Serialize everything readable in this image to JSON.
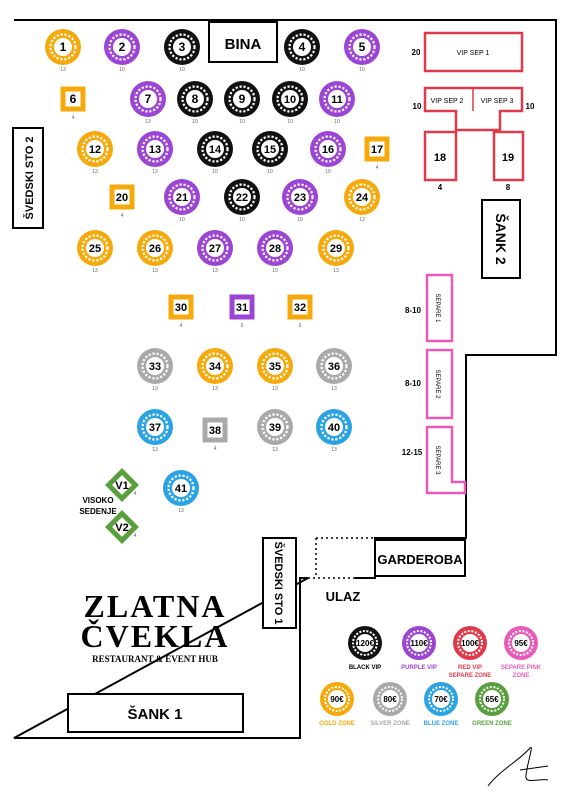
{
  "colors": {
    "black": "#111111",
    "purple": "#9c44d4",
    "gold": "#f5a90a",
    "silver": "#a9a9a9",
    "blue": "#2ba3e3",
    "green": "#5a9f3e",
    "red": "#e03a4a",
    "pink": "#e85bb9"
  },
  "labels": {
    "bina": "BINA",
    "svedski_sto_2": "ŠVEDSKI STO 2",
    "svedski_sto_1": "ŠVEDSKI STO 1",
    "sank_2": "ŠANK 2",
    "sank_1": "ŠANK 1",
    "garderoba": "GARDEROBA",
    "ulaz": "ULAZ",
    "visoko_sedenje": [
      "VISOKO",
      "SEDENJE"
    ],
    "logo_line1": "ZLATNA",
    "logo_line2": "ČVEKLA",
    "logo_sub": "RESTAURANT & EVENT HUB"
  },
  "tables": [
    {
      "id": "1",
      "zone": "gold",
      "cap": "13"
    },
    {
      "id": "2",
      "zone": "purple",
      "cap": "10"
    },
    {
      "id": "3",
      "zone": "black",
      "cap": "10"
    },
    {
      "id": "4",
      "zone": "black",
      "cap": "10"
    },
    {
      "id": "5",
      "zone": "purple",
      "cap": "10"
    },
    {
      "id": "6",
      "zone": "gold",
      "cap": "4",
      "shape": "square"
    },
    {
      "id": "7",
      "zone": "purple",
      "cap": "13"
    },
    {
      "id": "8",
      "zone": "black",
      "cap": "10"
    },
    {
      "id": "9",
      "zone": "black",
      "cap": "10"
    },
    {
      "id": "10",
      "zone": "black",
      "cap": "10"
    },
    {
      "id": "11",
      "zone": "purple",
      "cap": "10"
    },
    {
      "id": "12",
      "zone": "gold",
      "cap": "13"
    },
    {
      "id": "13",
      "zone": "purple",
      "cap": "13"
    },
    {
      "id": "14",
      "zone": "black",
      "cap": "10"
    },
    {
      "id": "15",
      "zone": "black",
      "cap": "10"
    },
    {
      "id": "16",
      "zone": "purple",
      "cap": "10"
    },
    {
      "id": "17",
      "zone": "gold",
      "cap": "4",
      "shape": "square"
    },
    {
      "id": "20",
      "zone": "gold",
      "cap": "4",
      "shape": "square"
    },
    {
      "id": "21",
      "zone": "purple",
      "cap": "10"
    },
    {
      "id": "22",
      "zone": "black",
      "cap": "10"
    },
    {
      "id": "23",
      "zone": "purple",
      "cap": "10"
    },
    {
      "id": "24",
      "zone": "gold",
      "cap": "13"
    },
    {
      "id": "25",
      "zone": "gold",
      "cap": "13"
    },
    {
      "id": "26",
      "zone": "gold",
      "cap": "13"
    },
    {
      "id": "27",
      "zone": "purple",
      "cap": "13"
    },
    {
      "id": "28",
      "zone": "purple",
      "cap": "10"
    },
    {
      "id": "29",
      "zone": "gold",
      "cap": "13"
    },
    {
      "id": "30",
      "zone": "gold",
      "cap": "4",
      "shape": "square"
    },
    {
      "id": "31",
      "zone": "purple",
      "cap": "6",
      "shape": "square"
    },
    {
      "id": "32",
      "zone": "gold",
      "cap": "6",
      "shape": "square"
    },
    {
      "id": "33",
      "zone": "silver",
      "cap": "13"
    },
    {
      "id": "34",
      "zone": "gold",
      "cap": "13"
    },
    {
      "id": "35",
      "zone": "gold",
      "cap": "13"
    },
    {
      "id": "36",
      "zone": "silver",
      "cap": "13"
    },
    {
      "id": "37",
      "zone": "blue",
      "cap": "13"
    },
    {
      "id": "38",
      "zone": "silver",
      "cap": "4",
      "shape": "square"
    },
    {
      "id": "39",
      "zone": "silver",
      "cap": "13"
    },
    {
      "id": "40",
      "zone": "blue",
      "cap": "13"
    },
    {
      "id": "41",
      "zone": "blue",
      "cap": "13"
    },
    {
      "id": "V1",
      "zone": "green",
      "cap": "4",
      "shape": "diamond"
    },
    {
      "id": "V2",
      "zone": "green",
      "cap": "4",
      "shape": "diamond"
    }
  ],
  "vip": [
    {
      "name": "VIP SEP 1",
      "cap": "20"
    },
    {
      "name": "VIP SEP 2",
      "cap": "10"
    },
    {
      "name": "VIP SEP 3",
      "cap": "10"
    },
    {
      "name": "18",
      "cap": "4"
    },
    {
      "name": "19",
      "cap": "8"
    }
  ],
  "separes": [
    {
      "name": "SEPARE 1",
      "cap": "8-10"
    },
    {
      "name": "SEPARE 2",
      "cap": "8-10"
    },
    {
      "name": "SEPARE 3",
      "cap": "12-15"
    }
  ],
  "legend": [
    {
      "price": "120€",
      "label": "BLACK VIP",
      "zone": "black"
    },
    {
      "price": "110€",
      "label": "PURPLE VIP",
      "zone": "purple"
    },
    {
      "price": "100€",
      "label": "RED VIP SEPARE ZONE",
      "zone": "red"
    },
    {
      "price": "95€",
      "label": "SEPARE PINK ZONE",
      "zone": "pink"
    },
    {
      "price": "90€",
      "label": "GOLD ZONE",
      "zone": "gold"
    },
    {
      "price": "80€",
      "label": "SILVER ZONE",
      "zone": "silver"
    },
    {
      "price": "70€",
      "label": "BLUE ZONE",
      "zone": "blue"
    },
    {
      "price": "65€",
      "label": "GREEN ZONE",
      "zone": "green"
    }
  ]
}
